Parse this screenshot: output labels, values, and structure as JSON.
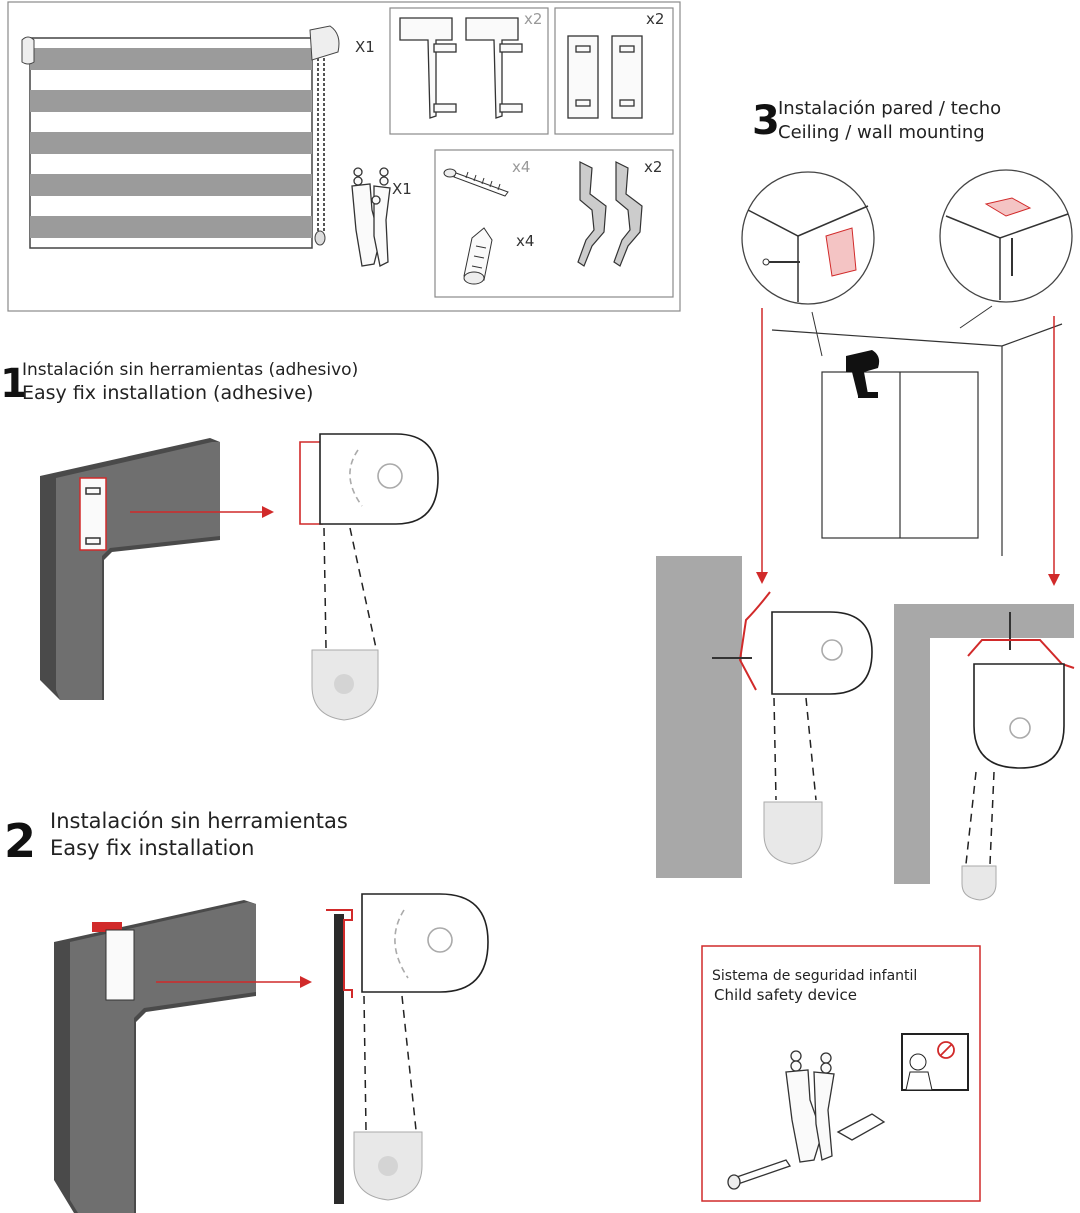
{
  "kit": {
    "blind_qty": "X1",
    "bracket_clip_qty": "x2",
    "adhesive_plate_qty": "x2",
    "screw_qty": "x4",
    "plug_qty": "x4",
    "metal_bracket_qty": "x2",
    "safety_device_qty": "X1"
  },
  "steps": [
    {
      "number": "1",
      "title_es": "Instalación sin herramientas (adhesivo)",
      "title_en": "Easy fix installation (adhesive)"
    },
    {
      "number": "2",
      "title_es": "Instalación sin herramientas",
      "title_en": "Easy fix installation"
    },
    {
      "number": "3",
      "title_es": "Instalación pared / techo",
      "title_en": "Ceiling / wall mounting"
    }
  ],
  "safety": {
    "title_es": "Sistema de seguridad infantil",
    "title_en": "Child safety device"
  },
  "colors": {
    "accent_red": "#d12a2a",
    "wall_dark": "#4a4a4a",
    "wall_grey": "#a8a8a8",
    "stripe_grey": "#9b9b9b",
    "frame_border": "#888888"
  }
}
